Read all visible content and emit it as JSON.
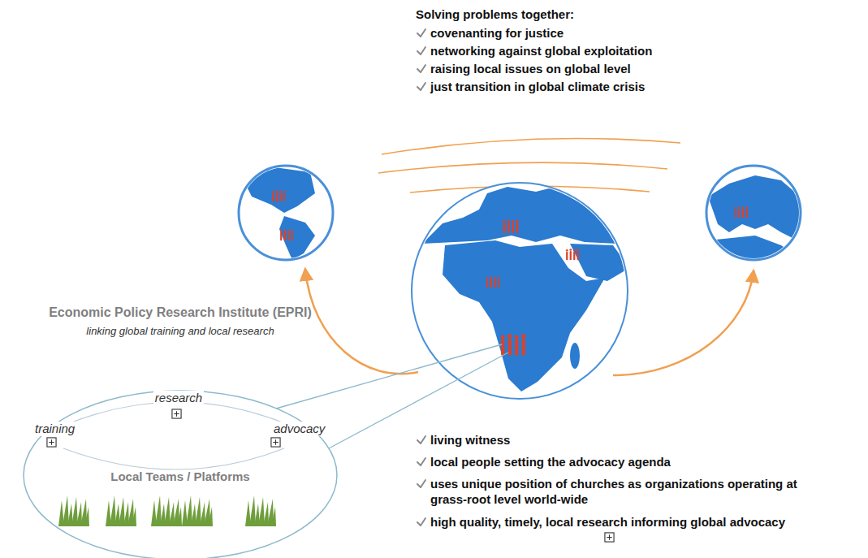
{
  "diagram": {
    "nodes": [
      {
        "text": [
          "Economic Policy Research Institute (EPRI)",
          "linking global training and local research",
          "research",
          "training",
          "advocacy",
          "Local Teams / Platforms"
        ]
      }
    ],
    "labels": [
      "Solving problems together:",
      "covenanting for justice",
      "networking against global exploitation",
      "raising local issues on global level",
      "just transition in global climate crisis",
      "living witness",
      "local people setting the advocacy agenda",
      "uses unique position of churches as organizations operating at grass-root level world-wide",
      "high quality, timely, local research informing global advocacy"
    ]
  }
}
